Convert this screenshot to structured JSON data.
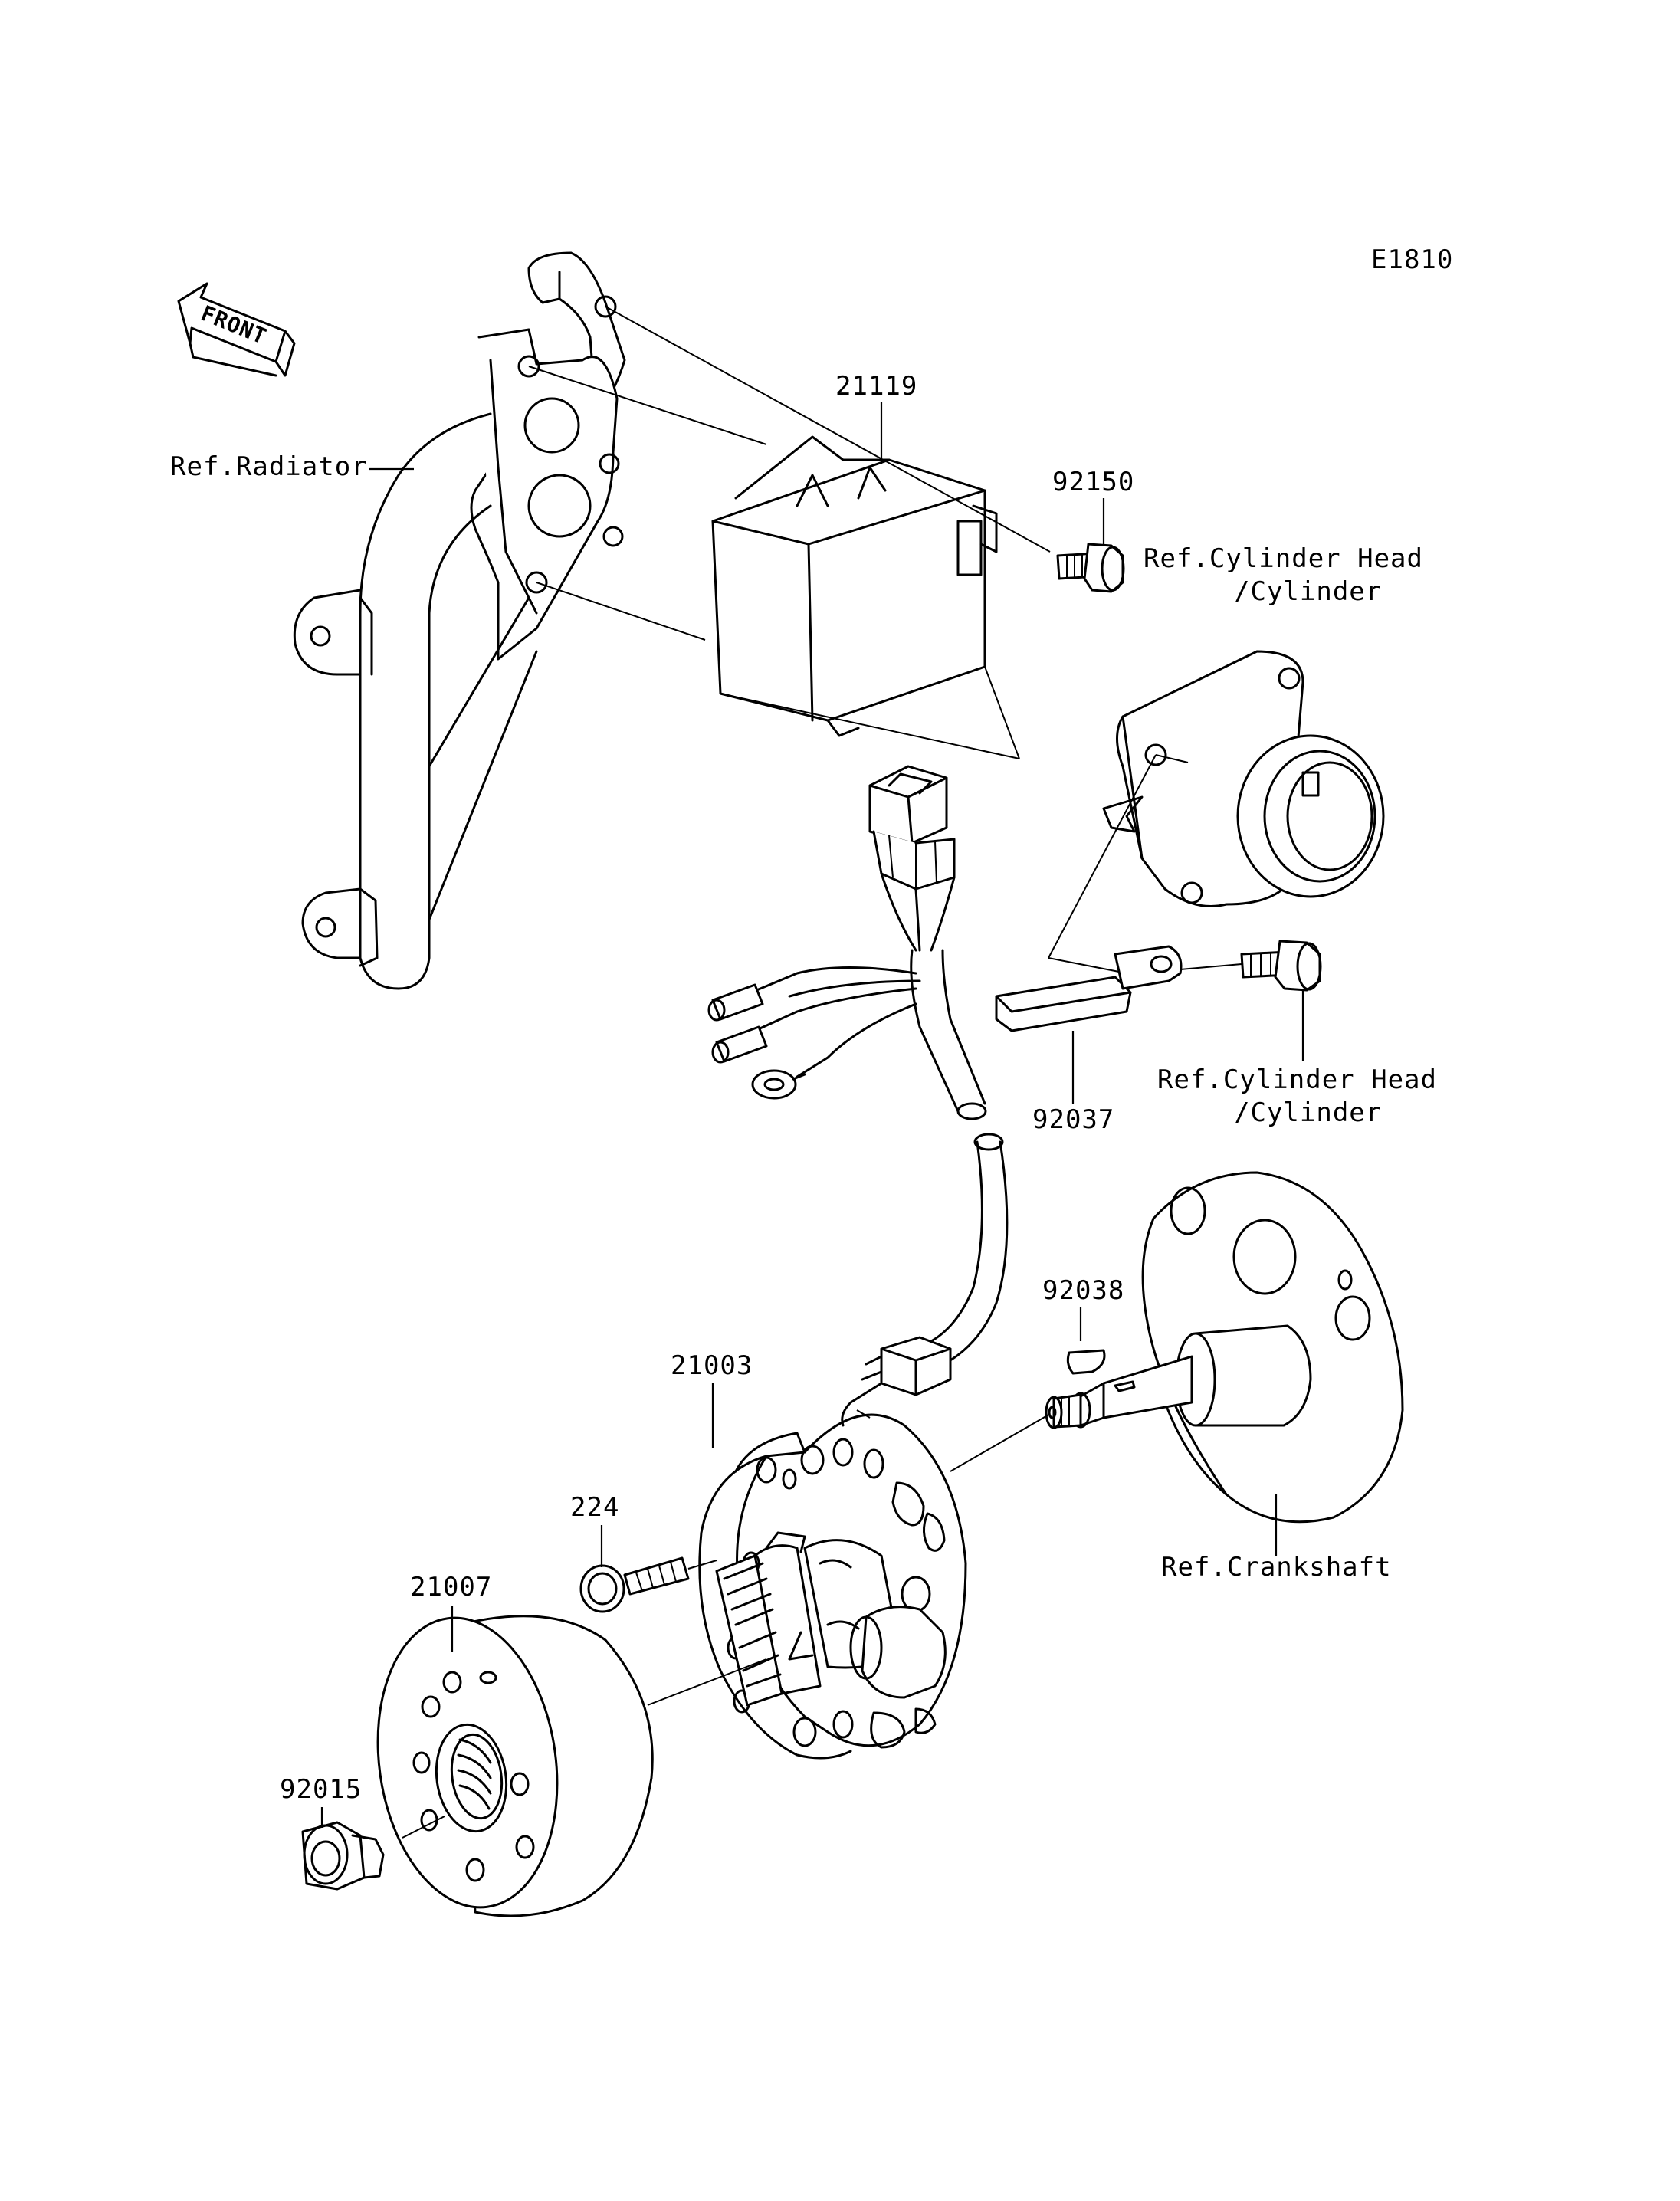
{
  "diagram": {
    "code": "E1810",
    "front_label": "FRONT",
    "parts": {
      "ignitor": "21119",
      "bolt_ignitor": "92150",
      "pickup_plate": "92037",
      "woodruff_key": "92038",
      "stator": "21003",
      "screw": "224",
      "flywheel": "21007",
      "nut": "92015"
    },
    "refs": {
      "radiator": "Ref.Radiator",
      "cyl_head_1_line1": "Ref.Cylinder Head",
      "cyl_head_1_line2": "/Cylinder",
      "cyl_head_2_line1": "Ref.Cylinder Head",
      "cyl_head_2_line2": "/Cylinder",
      "crankshaft": "Ref.Crankshaft"
    }
  }
}
